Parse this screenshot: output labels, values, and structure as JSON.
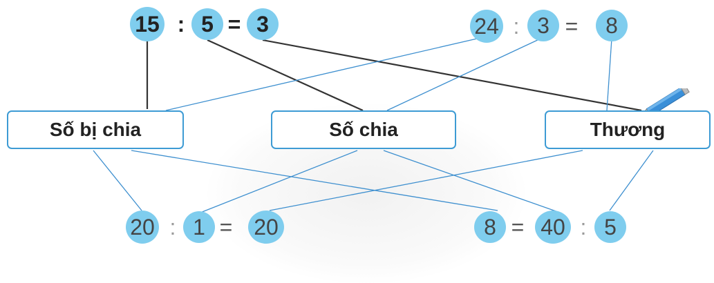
{
  "colors": {
    "circle_fill": "#7fcdee",
    "box_border": "#3d9bd4",
    "link_dark": "#333333",
    "link_blue": "#3d8fcf",
    "pencil": "#3a8fd8"
  },
  "icons": [
    "pencil-icon"
  ],
  "labels": {
    "dividend": "Số bị chia",
    "divisor": "Số chia",
    "quotient": "Thương"
  },
  "eq1": {
    "a": "15",
    "op": ":",
    "b": "5",
    "eq": "=",
    "c": "3"
  },
  "eq2": {
    "a": "24",
    "op": ":",
    "b": "3",
    "eq": "=",
    "c": "8"
  },
  "eq3": {
    "a": "20",
    "op": ":",
    "b": "1",
    "eq": "=",
    "c": "20"
  },
  "eq4": {
    "a": "8",
    "eq": "=",
    "b": "40",
    "op": ":",
    "c": "5"
  }
}
